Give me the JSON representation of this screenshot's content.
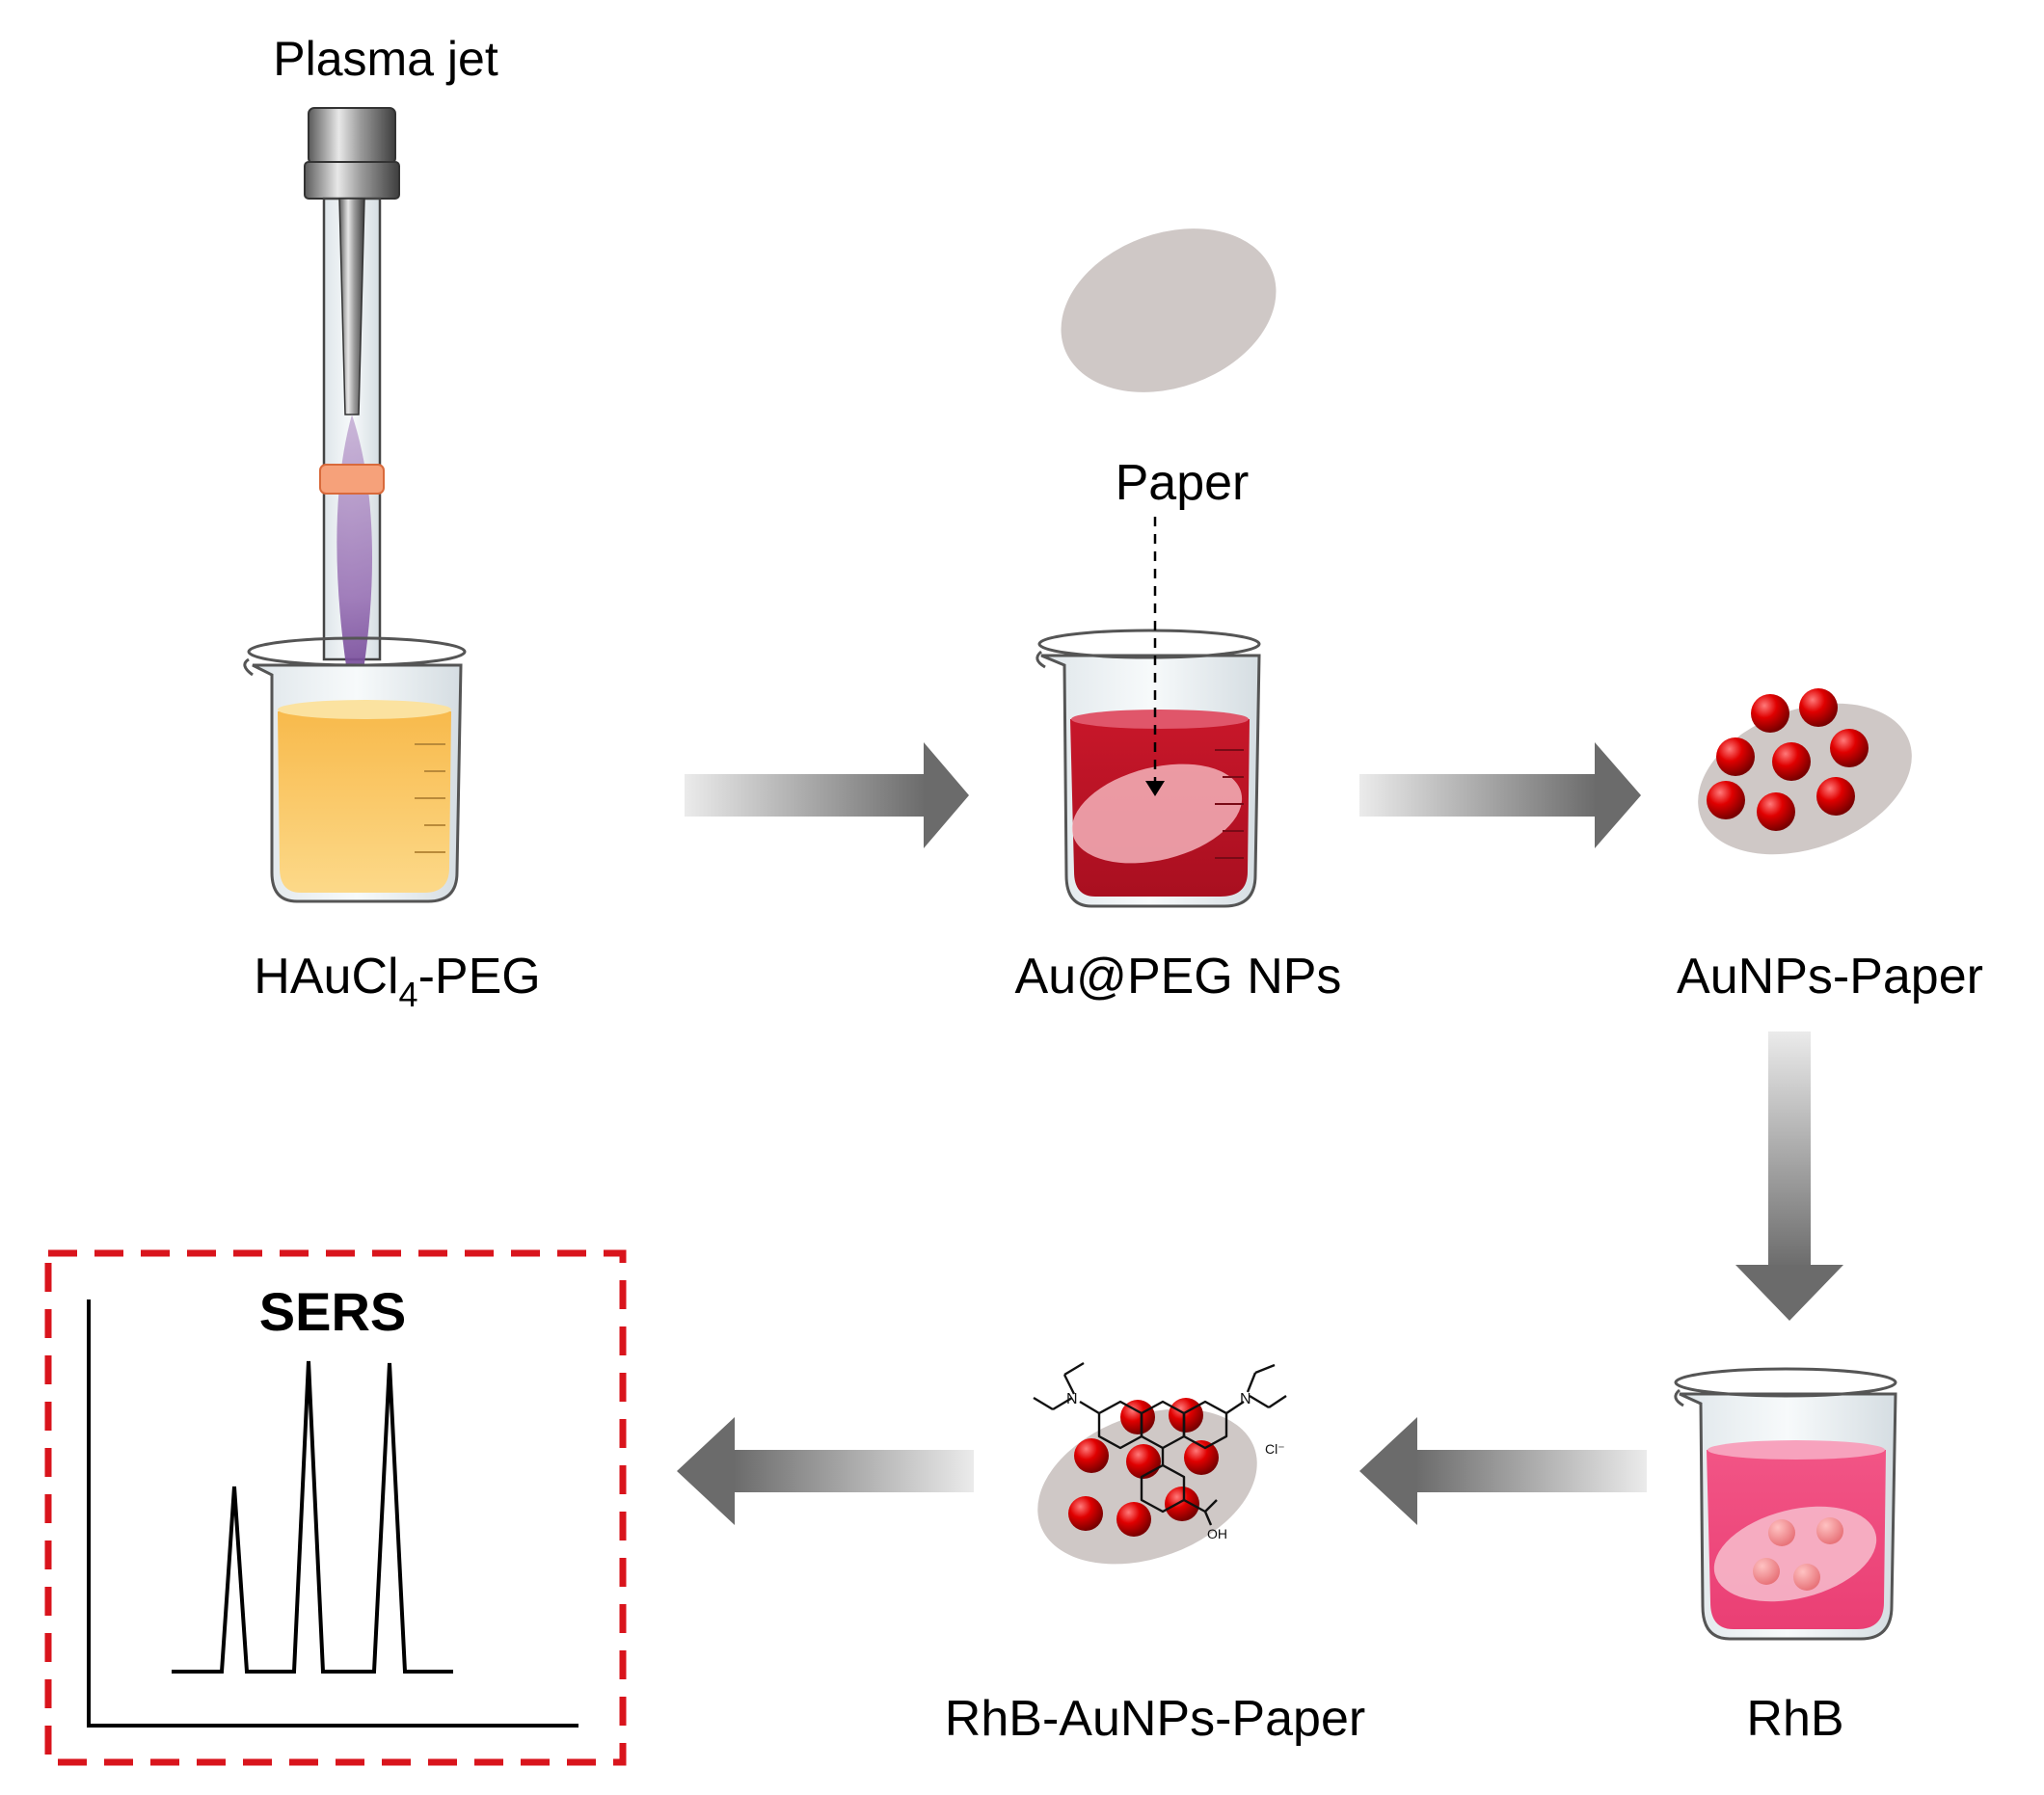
{
  "labels": {
    "plasma_jet": "Plasma jet",
    "haucl4_main": "HAuCl",
    "haucl4_sub": "4",
    "haucl4_tail": "-PEG",
    "paper": "Paper",
    "au_peg_nps": "Au@PEG NPs",
    "aunps_paper": "AuNPs-Paper",
    "rhb": "RhB",
    "rhb_aunps_paper": "RhB-AuNPs-Paper",
    "sers": "SERS",
    "rhb_counterion": "Cl⁻",
    "rhb_oh": "OH"
  },
  "colors": {
    "gold_solution": "#f9c35a",
    "red_solution": "#c2182b",
    "pink_solution": "#ef4f82",
    "paper_gray": "#cfc8c6",
    "nanoparticle_red": "#d40000",
    "plasma_purple": "#8a5fa6",
    "highlight_frame": "#d9141c",
    "arrow_dark": "#6b6b6b",
    "arrow_light": "#ebebeb"
  },
  "icons": [
    "plasma-jet-device-icon",
    "beaker-icon",
    "paper-disk-icon",
    "nanoparticle-icon",
    "rhodamine-b-molecule-icon",
    "process-arrow-icon",
    "spectrum-icon"
  ]
}
